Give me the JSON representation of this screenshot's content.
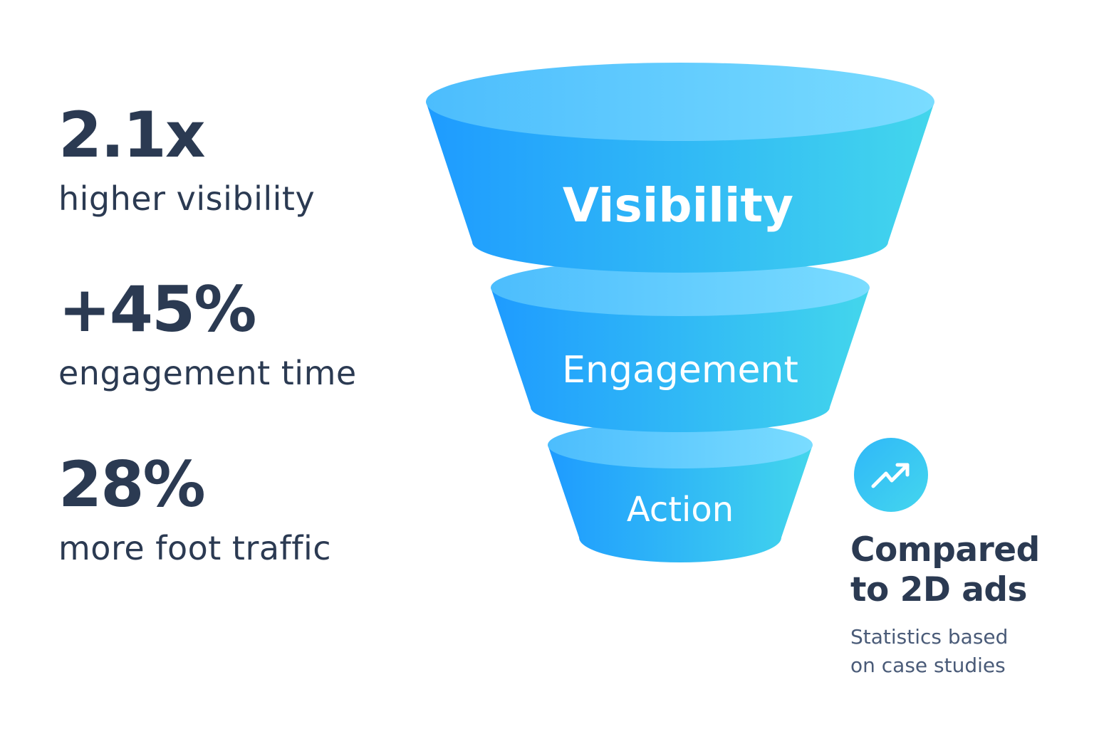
{
  "stats": [
    {
      "value": "2.1x",
      "label": "higher visibility"
    },
    {
      "value": "+45%",
      "label": "engagement time"
    },
    {
      "value": "28%",
      "label": "more foot traffic"
    }
  ],
  "funnel": {
    "stages": [
      "Visibility",
      "Engagement",
      "Action"
    ],
    "colors": {
      "left": "#1e9bff",
      "right": "#43d6ec",
      "top_left": "#4cbdfd",
      "top_right": "#7adcff"
    }
  },
  "badge_icon": "trending-up-icon",
  "comparison": {
    "title_line1": "Compared",
    "title_line2": "to 2D ads",
    "note_line1": "Statistics based",
    "note_line2": "on case studies"
  }
}
